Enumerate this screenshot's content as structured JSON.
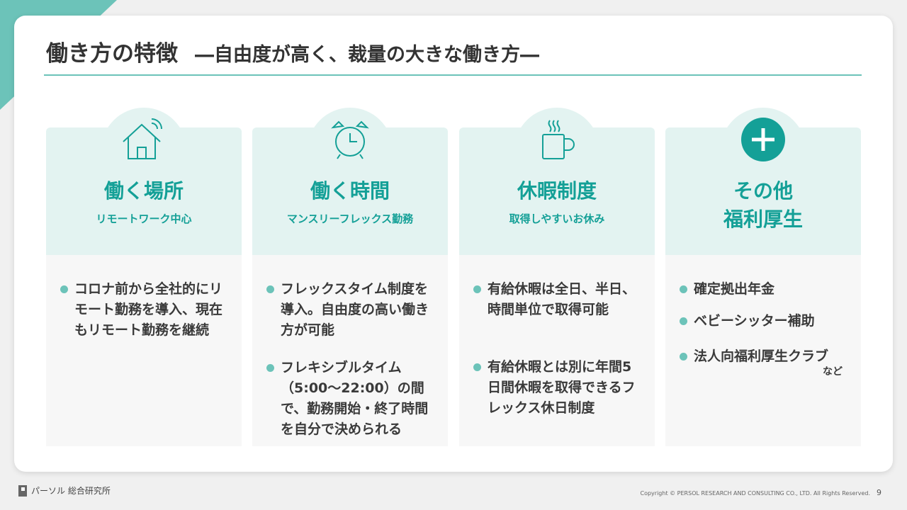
{
  "title": {
    "main": "働き方の特徴",
    "sub": "―自由度が高く、裁量の大きな働き方―"
  },
  "cards": [
    {
      "icon": "house-wifi-icon",
      "heading": "働く場所",
      "subheading": "リモートワーク中心",
      "items": [
        "コロナ前から全社的にリモート勤務を導入、現在もリモート勤務を継続"
      ]
    },
    {
      "icon": "alarm-clock-icon",
      "heading": "働く時間",
      "subheading": "マンスリーフレックス勤務",
      "items": [
        "フレックスタイム制度を導入。自由度の高い働き方が可能",
        "フレキシブルタイム（5:00～22:00）の間で、勤務開始・終了時間を自分で決められる"
      ]
    },
    {
      "icon": "coffee-cup-icon",
      "heading": "休暇制度",
      "subheading": "取得しやすいお休み",
      "items": [
        "有給休暇は全日、半日、時間単位で取得可能",
        "有給休暇とは別に年間5日間休暇を取得できるフレックス休日制度"
      ]
    },
    {
      "icon": "plus-circle-icon",
      "heading": "その他\n福利厚生",
      "subheading": "",
      "items": [
        "確定拠出年金",
        "ベビーシッター補助",
        "法人向福利厚生クラブ"
      ],
      "note": "など"
    }
  ],
  "footer": {
    "company": "パーソル 総合研究所",
    "copyright": "Copyright © PERSOL RESEARCH AND CONSULTING CO., LTD. All Rights Reserved.",
    "page": "9"
  },
  "colors": {
    "accent": "#14a097",
    "light": "#e3f3f1",
    "corner": "#6cc3b9"
  }
}
